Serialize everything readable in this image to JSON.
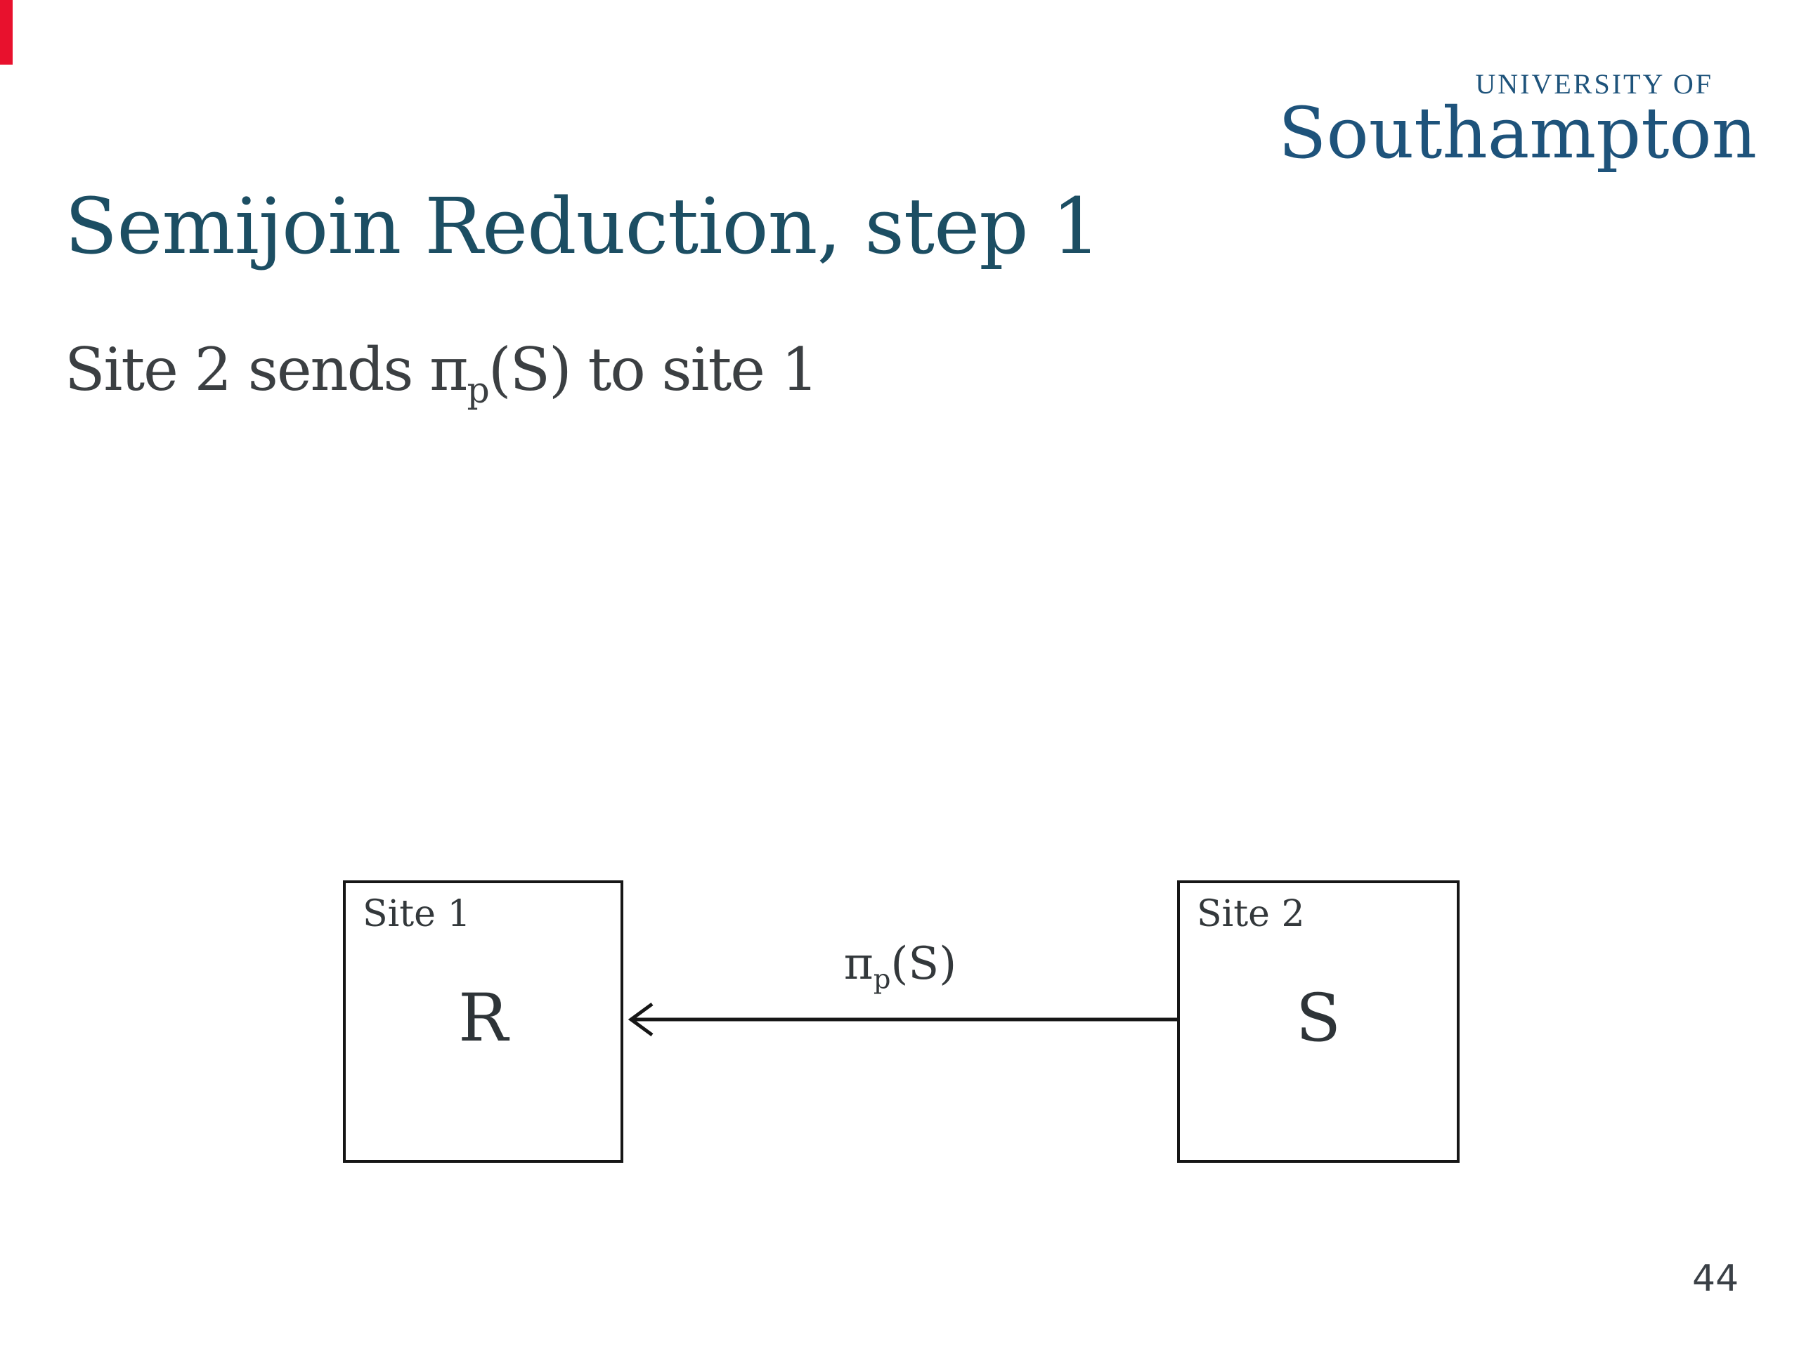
{
  "slide": {
    "title": "Semijoin Reduction, step 1",
    "page_number": "44"
  },
  "subtitle": {
    "part1": "Site 2 sends π",
    "subscript": "p",
    "part2": "(S) to site 1"
  },
  "logo": {
    "line1": "UNIVERSITY OF",
    "line2": "Southampton"
  },
  "diagram": {
    "site1": {
      "label": "Site 1",
      "relation": "R"
    },
    "site2": {
      "label": "Site 2",
      "relation": "S"
    },
    "arrow_label": {
      "pi": "π",
      "subscript": "p",
      "part2": "(S)"
    }
  },
  "colors": {
    "title_teal": "#1C4E63",
    "logo_navy": "#1E537B",
    "body_text": "#3B3F42",
    "diagram_line": "#161616",
    "accent_red": "#E8112D"
  }
}
